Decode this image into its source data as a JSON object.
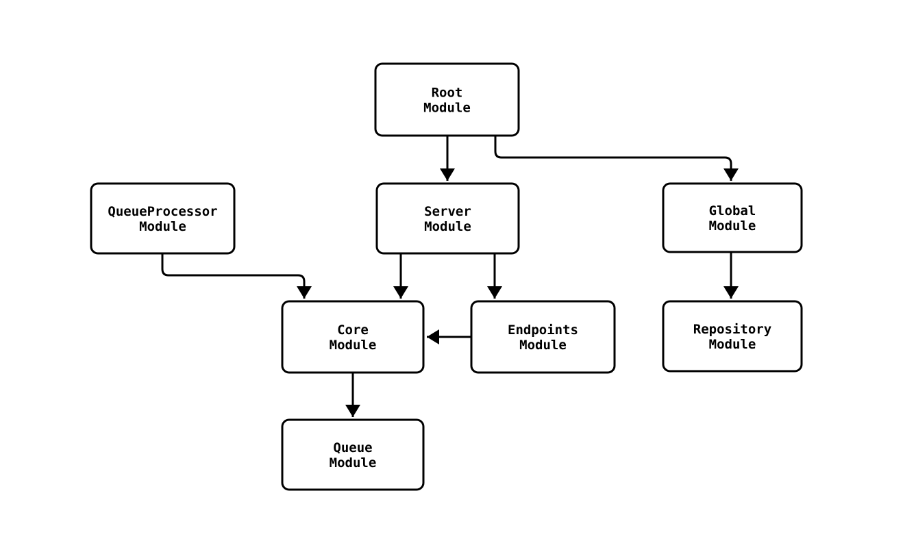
{
  "diagram": {
    "type": "flowchart",
    "colors": {
      "background": "#ffffff",
      "node_fill": "#ffffff",
      "node_border": "#000000",
      "edge_line": "#000000",
      "text": "#000000"
    },
    "nodes": [
      {
        "id": "root",
        "line1": "Root",
        "line2": "Module"
      },
      {
        "id": "queueprocessor",
        "line1": "QueueProcessor",
        "line2": "Module"
      },
      {
        "id": "server",
        "line1": "Server",
        "line2": "Module"
      },
      {
        "id": "global",
        "line1": "Global",
        "line2": "Module"
      },
      {
        "id": "core",
        "line1": "Core",
        "line2": "Module"
      },
      {
        "id": "endpoints",
        "line1": "Endpoints",
        "line2": "Module"
      },
      {
        "id": "repository",
        "line1": "Repository",
        "line2": "Module"
      },
      {
        "id": "queue",
        "line1": "Queue",
        "line2": "Module"
      }
    ],
    "edges": [
      {
        "from": "Root Module",
        "to": "Server Module"
      },
      {
        "from": "Root Module",
        "to": "Global Module"
      },
      {
        "from": "QueueProcessor Module",
        "to": "Core Module"
      },
      {
        "from": "Server Module",
        "to": "Core Module"
      },
      {
        "from": "Server Module",
        "to": "Endpoints Module"
      },
      {
        "from": "Endpoints Module",
        "to": "Core Module"
      },
      {
        "from": "Global Module",
        "to": "Repository Module"
      },
      {
        "from": "Core Module",
        "to": "Queue Module"
      }
    ]
  }
}
